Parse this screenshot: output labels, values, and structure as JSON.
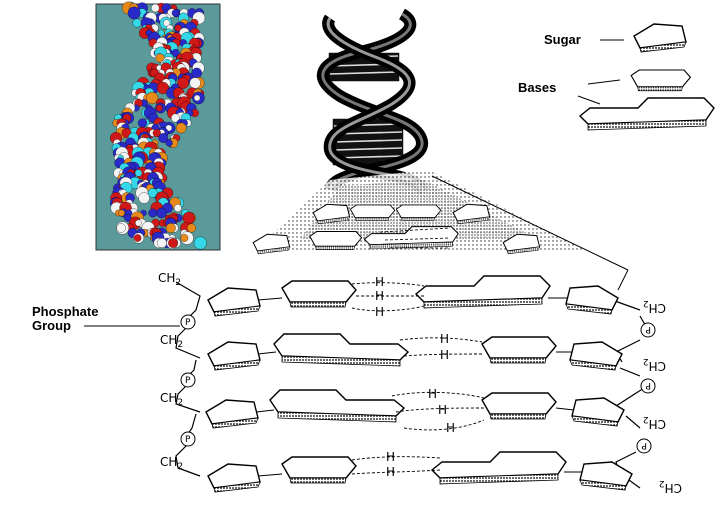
{
  "legend": {
    "sugar_label": "Sugar",
    "bases_label": "Bases"
  },
  "phosphate_group_label": [
    "Phosphate",
    "Group"
  ],
  "left_ch2": [
    "CH2",
    "CH2",
    "CH2",
    "CH2"
  ],
  "right_ch2": [
    "CH2",
    "CH2",
    "CH2",
    "CH2"
  ],
  "phosphate_symbol": "P",
  "hydrogen_bond_label": "H",
  "colors": {
    "model_background": "#5a9a9a",
    "atom_red": "#d01818",
    "atom_blue": "#2a2ac8",
    "atom_white": "#f4f4f4",
    "atom_cyan": "#35d8e8",
    "atom_orange": "#e88a1a",
    "helix_black": "#111111"
  },
  "icons": {
    "molecular_model": "dna-space-filling-model",
    "helix": "dna-double-helix-ribbon",
    "sugar_shape": "pentagon",
    "base_shape": "hexagon"
  }
}
